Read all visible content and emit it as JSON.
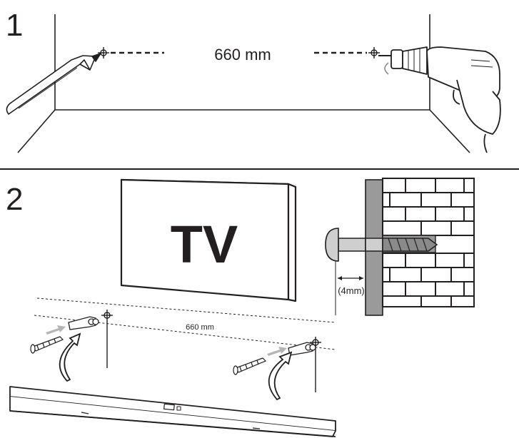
{
  "step1": {
    "number": "1",
    "distance_label": "660 mm"
  },
  "step2": {
    "number": "2",
    "distance_label": "660 mm",
    "tv_label": "TV",
    "gap_label": "(4mm)"
  },
  "colors": {
    "line": "#231f20",
    "gray": "#8a8a8a",
    "light_gray": "#b5b5b5",
    "tv_screen": "#ffffff"
  }
}
